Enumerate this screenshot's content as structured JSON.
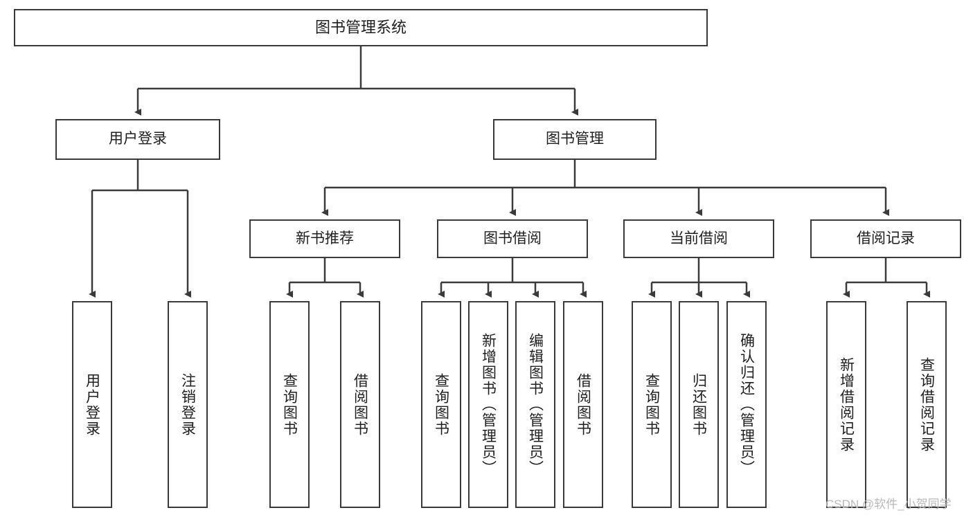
{
  "diagram": {
    "type": "hierarchy-tree",
    "title": "图书管理系统",
    "watermark": "CSDN @软件_小贺同学",
    "colors": {
      "box_border": "#3a3a3a",
      "box_fill": "#ffffff",
      "connector": "#3a3a3a",
      "text": "#1f1f1f",
      "watermark": "#b9b9b9",
      "background": "#ffffff"
    },
    "root": {
      "label": "图书管理系统"
    },
    "level2": [
      {
        "label": "用户登录"
      },
      {
        "label": "图书管理"
      }
    ],
    "level3": [
      {
        "label": "新书推荐"
      },
      {
        "label": "图书借阅"
      },
      {
        "label": "当前借阅"
      },
      {
        "label": "借阅记录"
      }
    ],
    "leaves": {
      "user_login": [
        {
          "label": "用户登录"
        },
        {
          "label": "注销登录"
        }
      ],
      "new_book_recommend": [
        {
          "label": "查询图书"
        },
        {
          "label": "借阅图书"
        }
      ],
      "book_borrow": [
        {
          "label": "查询图书"
        },
        {
          "label": "新增图书（管理员）"
        },
        {
          "label": "编辑图书（管理员）"
        },
        {
          "label": "借阅图书"
        }
      ],
      "current_borrow": [
        {
          "label": "查询图书"
        },
        {
          "label": "归还图书"
        },
        {
          "label": "确认归还（管理员）"
        }
      ],
      "borrow_record": [
        {
          "label": "新增借阅记录"
        },
        {
          "label": "查询借阅记录"
        }
      ]
    }
  }
}
